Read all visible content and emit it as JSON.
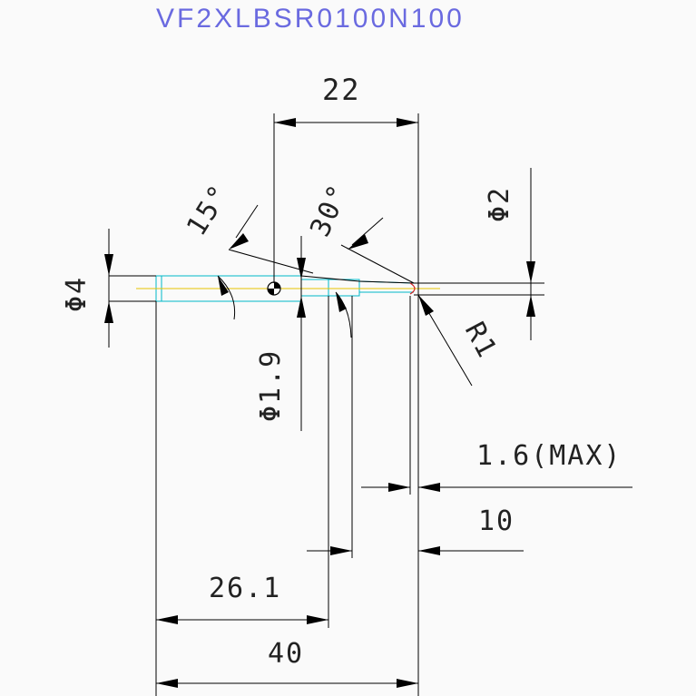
{
  "title": "VF2XLBSR0100N100",
  "dimensions": {
    "total_length": "40",
    "length_26": "26.1",
    "length_10": "10",
    "tip_max": "1.6(MAX)",
    "ref_22": "22",
    "diameter_4": "Φ4",
    "diameter_2": "Φ2",
    "diameter_19": "Φ1.9",
    "angle_15": "15°",
    "angle_30": "30°",
    "radius": "R1"
  },
  "colors": {
    "title": "#6a6ae0",
    "body_outline": "#00b8c8",
    "centerline": "#e6c400",
    "lines": "#000000"
  }
}
